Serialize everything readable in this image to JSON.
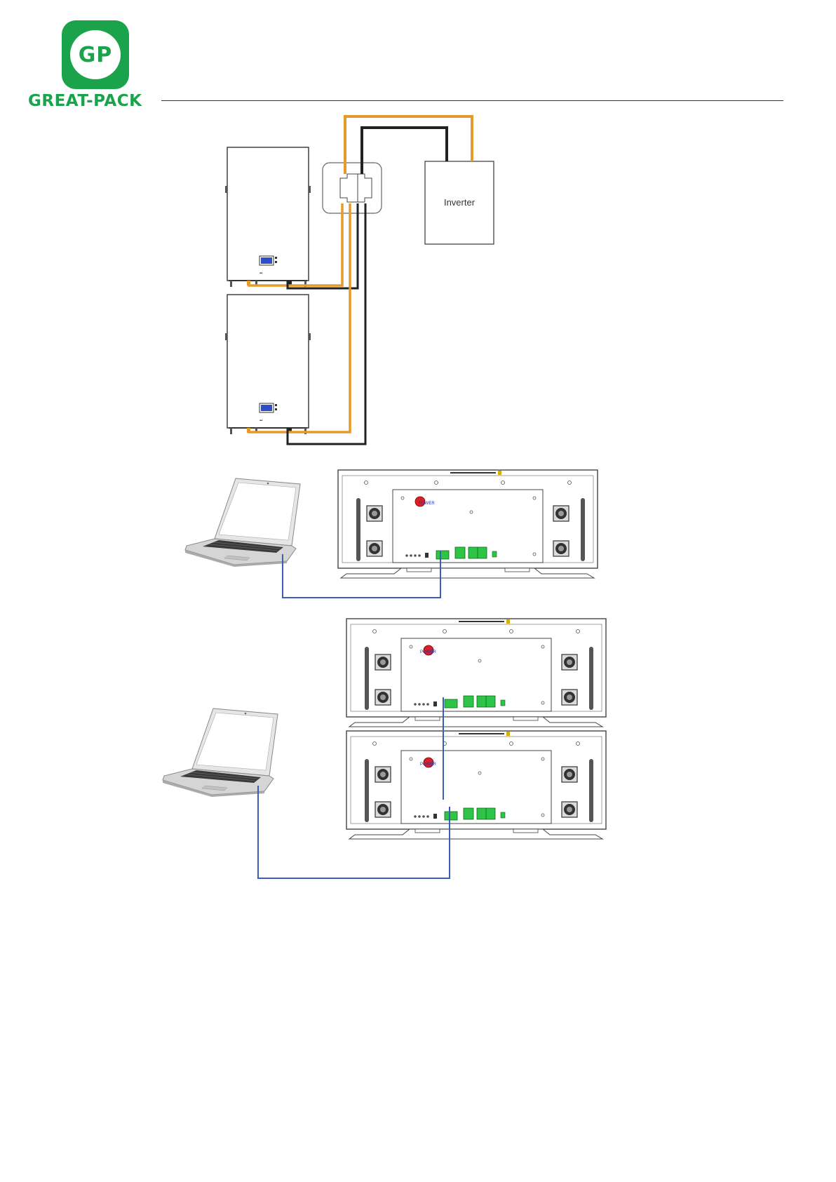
{
  "header": {
    "logo_initials": "GP",
    "logo_wordmark": "GREAT-PACK",
    "brand_color": "#1aa34a"
  },
  "wiring_diagram": {
    "inverter_label": "Inverter",
    "positive_cable_color": "#e59a2c",
    "negative_cable_color": "#222222",
    "comm_cable_color": "#3a5fb0"
  },
  "rack_labels": {
    "power_label": "POWER",
    "minus_sign": "−",
    "plus_sign": "+"
  }
}
